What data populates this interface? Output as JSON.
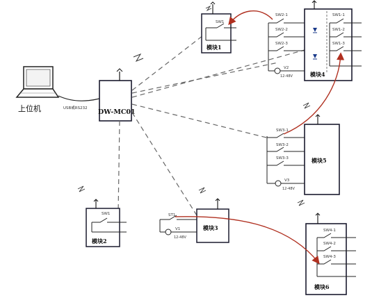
{
  "host": {
    "label": "上位机",
    "cable_label": "USB或RS232"
  },
  "controller": {
    "label": "DW-MC01"
  },
  "modules": {
    "m1": {
      "label": "模块1",
      "switch": "SW1"
    },
    "m2": {
      "label": "模块2",
      "switch": "SW1"
    },
    "m3": {
      "label": "模块3"
    },
    "m4": {
      "label": "模块4",
      "switches": [
        "SW1-1",
        "SW1-2",
        "SW1-3"
      ]
    },
    "m5": {
      "label": "模块5"
    },
    "m6": {
      "label": "模块6",
      "switches": [
        "SW4-1",
        "SW4-2",
        "SW4-3"
      ]
    }
  },
  "switch_groups": {
    "g4": [
      "SW2-1",
      "SW2-2",
      "SW2-3"
    ],
    "g5": [
      "SW3-1",
      "SW3-2",
      "SW3-3"
    ]
  },
  "sources": {
    "v1": {
      "label": "V1",
      "range": "12-48V"
    },
    "v2": {
      "label": "V2",
      "range": "12-48V"
    },
    "v3": {
      "label": "V3",
      "range": "12-48V"
    }
  },
  "m3_switch": "ST1",
  "colors": {
    "line": "#1a1a2e",
    "link": "#b03020",
    "dash": "#666666"
  }
}
